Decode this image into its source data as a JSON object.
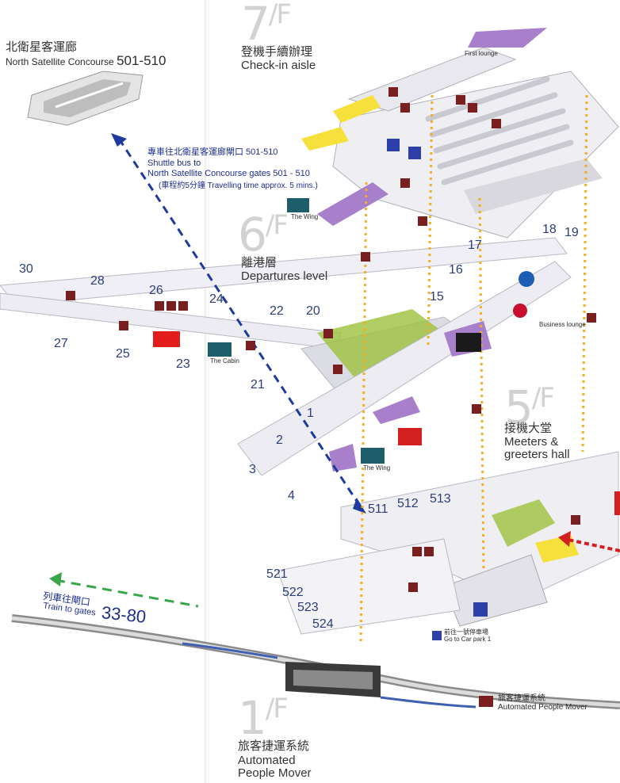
{
  "north_satellite": {
    "zh": "北衛星客運廊",
    "en": "North Satellite Concourse",
    "gates": "501-510"
  },
  "floor7": {
    "num": "7",
    "zh": "登機手續辦理",
    "en": "Check-in aisle"
  },
  "floor6": {
    "num": "6",
    "zh": "離港層",
    "en": "Departures level"
  },
  "floor5": {
    "num": "5",
    "zh": "接機大堂",
    "en1": "Meeters &",
    "en2": "greeters hall"
  },
  "floor1": {
    "num": "1",
    "zh": "旅客捷運系統",
    "en1": "Automated",
    "en2": "People Mover"
  },
  "shuttle": {
    "zh": "專車往北衛星客運廊閘口 501-510",
    "en1": "Shuttle bus to",
    "en2": "North Satellite Concourse gates 501 - 510",
    "time": "(車程約5分鐘 Travelling time approx. 5 mins.)"
  },
  "train": {
    "zh": "列車往閘口",
    "en": "Train to gates",
    "gates": "33-80"
  },
  "carpark": {
    "zh": "前往一號停車場",
    "en": "Go to Car park 1"
  },
  "apm_legend": {
    "zh": "旅客捷運系統",
    "en": "Automated People Mover"
  },
  "lounges": {
    "cathay_wing": "The Wing",
    "cathay_cabin": "The Cabin",
    "first": "First lounge",
    "business": "Business lounge"
  },
  "gates_west": [
    "30",
    "28",
    "26",
    "24",
    "22",
    "20",
    "27",
    "25",
    "23",
    "21"
  ],
  "gates_east": [
    "15",
    "16",
    "17",
    "18",
    "19"
  ],
  "gates_south": [
    "1",
    "2",
    "3",
    "4"
  ],
  "gates_5xx": [
    "511",
    "512",
    "513",
    "521",
    "522",
    "523",
    "524"
  ],
  "colors": {
    "floor_number": "#d2d2d2",
    "route_blue": "#1d3a9c",
    "route_green": "#3aa64a",
    "route_red": "#d21f1f",
    "vertical_dots": "#f2b01e",
    "concourse": "#ececf2",
    "retail": "#9a6bb8",
    "garden": "#9cc23c",
    "checkin_yellow": "#f5e03c",
    "icon_maroon": "#7a1f1f"
  },
  "icons": [
    "elevator-icon",
    "escalator-icon",
    "toilet-icon",
    "wheelchair-icon",
    "info-icon",
    "police-icon",
    "car-park-icon",
    "apm-train-icon"
  ]
}
